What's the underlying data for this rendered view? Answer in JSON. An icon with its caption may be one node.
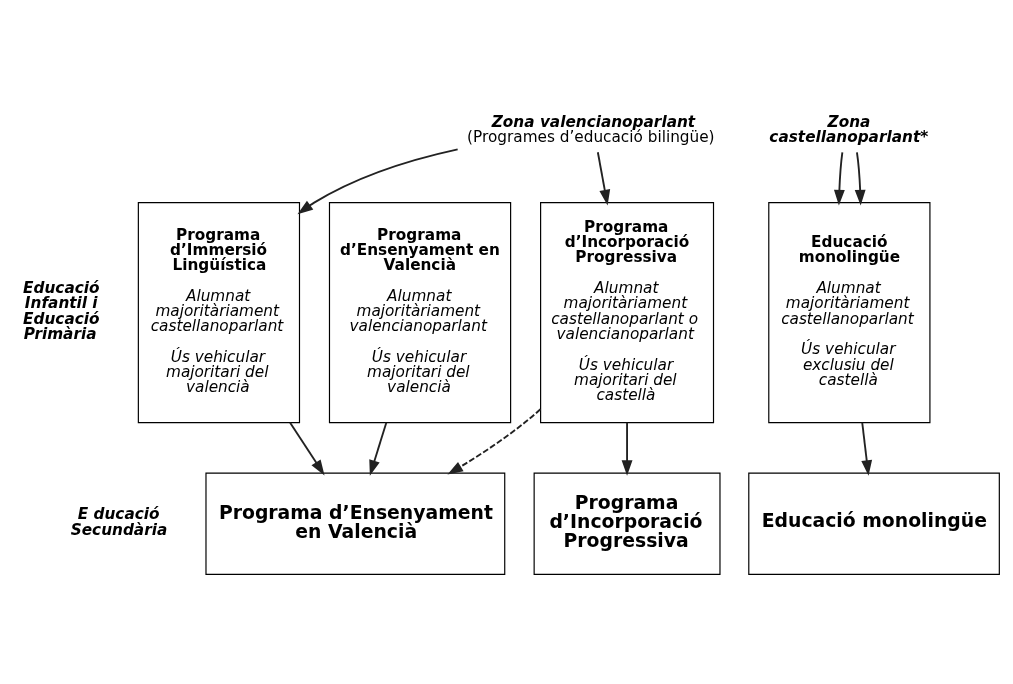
{
  "diagram": {
    "nodes": [
      {
        "text": [
          "Zona valencianoparlant",
          "(Programes d’educació bilingüe)"
        ]
      },
      {
        "text": [
          "Zona castellanoparlant*"
        ]
      },
      {
        "text": [
          "Programa d’Immersió Lingüística",
          "Alumnat majoritàriament castellanoparlant",
          "Ús vehicular majoritari del valencià"
        ]
      },
      {
        "text": [
          "Programa d’Ensenyament en Valencià",
          "Alumnat majoritàriament valencianoparlant",
          "Ús vehicular majoritari del valencià"
        ]
      },
      {
        "text": [
          "Programa d’Incorporació Progressiva",
          "Alumnat majoritàriament castellanoparlant o valencianoparlant",
          "Ús vehicular majoritari del castellà"
        ]
      },
      {
        "text": [
          "Educació monolingüe",
          "Alumnat majoritàriament castellanoparlant",
          "Ús vehicular exclusiu del castellà"
        ]
      },
      {
        "text": [
          "Programa d’Ensenyament en Valencià"
        ]
      },
      {
        "text": [
          "Programa d’Incorporació Progressiva"
        ]
      },
      {
        "text": [
          "Educació monolingüe"
        ]
      }
    ],
    "edges": [
      {
        "from": 0,
        "to": 2,
        "arrow": "to"
      },
      {
        "from": 0,
        "to": 4,
        "arrow": "to"
      },
      {
        "from": 1,
        "to": 5,
        "arrow": "to"
      },
      {
        "from": 1,
        "to": 5,
        "arrow": "to"
      },
      {
        "from": 2,
        "to": 6,
        "arrow": "to"
      },
      {
        "from": 3,
        "to": 6,
        "arrow": "to"
      },
      {
        "from": 4,
        "to": 6,
        "arrow": "to",
        "style": "dashed"
      },
      {
        "from": 4,
        "to": 7,
        "arrow": "to"
      },
      {
        "from": 5,
        "to": 8,
        "arrow": "to"
      }
    ],
    "labels": [
      "Educació Infantil i Educació Primària",
      "E ducació Secundària"
    ]
  }
}
